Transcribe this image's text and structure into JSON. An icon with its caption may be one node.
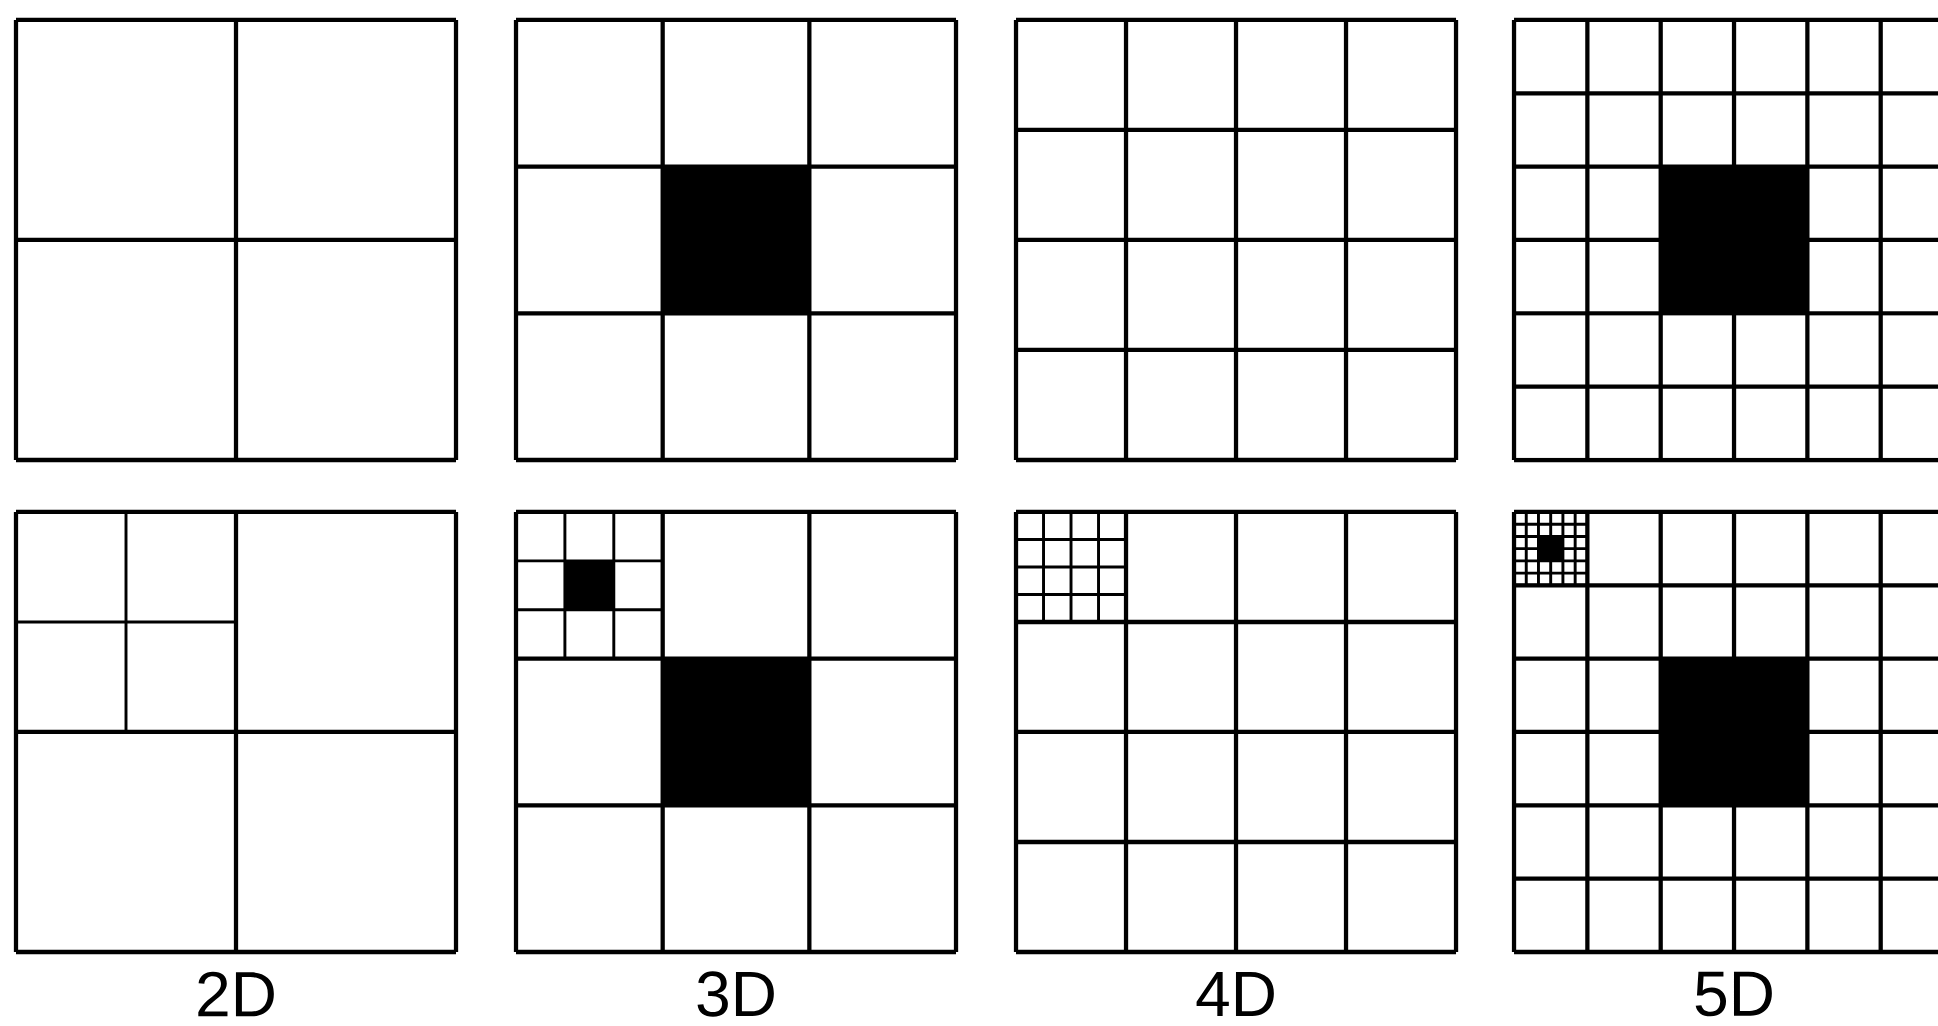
{
  "diagram": {
    "labels": [
      "2D",
      "3D",
      "4D",
      "5D"
    ]
  }
}
